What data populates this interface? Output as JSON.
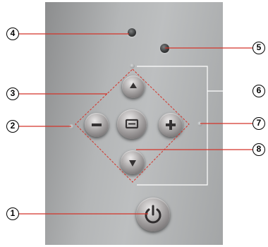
{
  "callouts": {
    "c1": "1",
    "c2": "2",
    "c3": "3",
    "c4": "4",
    "c5": "5",
    "c6": "6",
    "c7": "7",
    "c8": "8"
  },
  "leds": {
    "upper_left_label": "",
    "upper_right_label": ""
  },
  "buttons": {
    "up": "up-arrow-icon",
    "down": "down-arrow-icon",
    "left": "minus-icon",
    "right": "plus-icon",
    "center": "menu-icon",
    "power": "power-icon"
  },
  "colors": {
    "leader_line": "#d4342a",
    "bracket_line": "#ffffff",
    "panel": "#b4b6b7"
  }
}
